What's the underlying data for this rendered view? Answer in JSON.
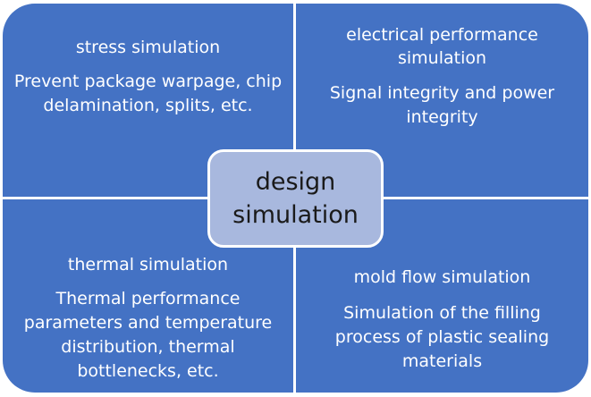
{
  "colors": {
    "quadrant": "#4472C4",
    "center": "#A8B8DE",
    "divider": "#ffffff"
  },
  "center": {
    "label": "design simulation"
  },
  "quadrants": {
    "stress": {
      "title": "stress simulation",
      "body": "Prevent package warpage, chip delamination, splits, etc."
    },
    "electrical": {
      "title": "electrical performance simulation",
      "body": "Signal integrity and power integrity"
    },
    "thermal": {
      "title": "thermal simulation",
      "body": "Thermal performance parameters and temperature distribution, thermal bottlenecks, etc."
    },
    "mold_flow": {
      "title": "mold flow simulation",
      "body": "Simulation of the filling process of plastic sealing materials"
    }
  }
}
